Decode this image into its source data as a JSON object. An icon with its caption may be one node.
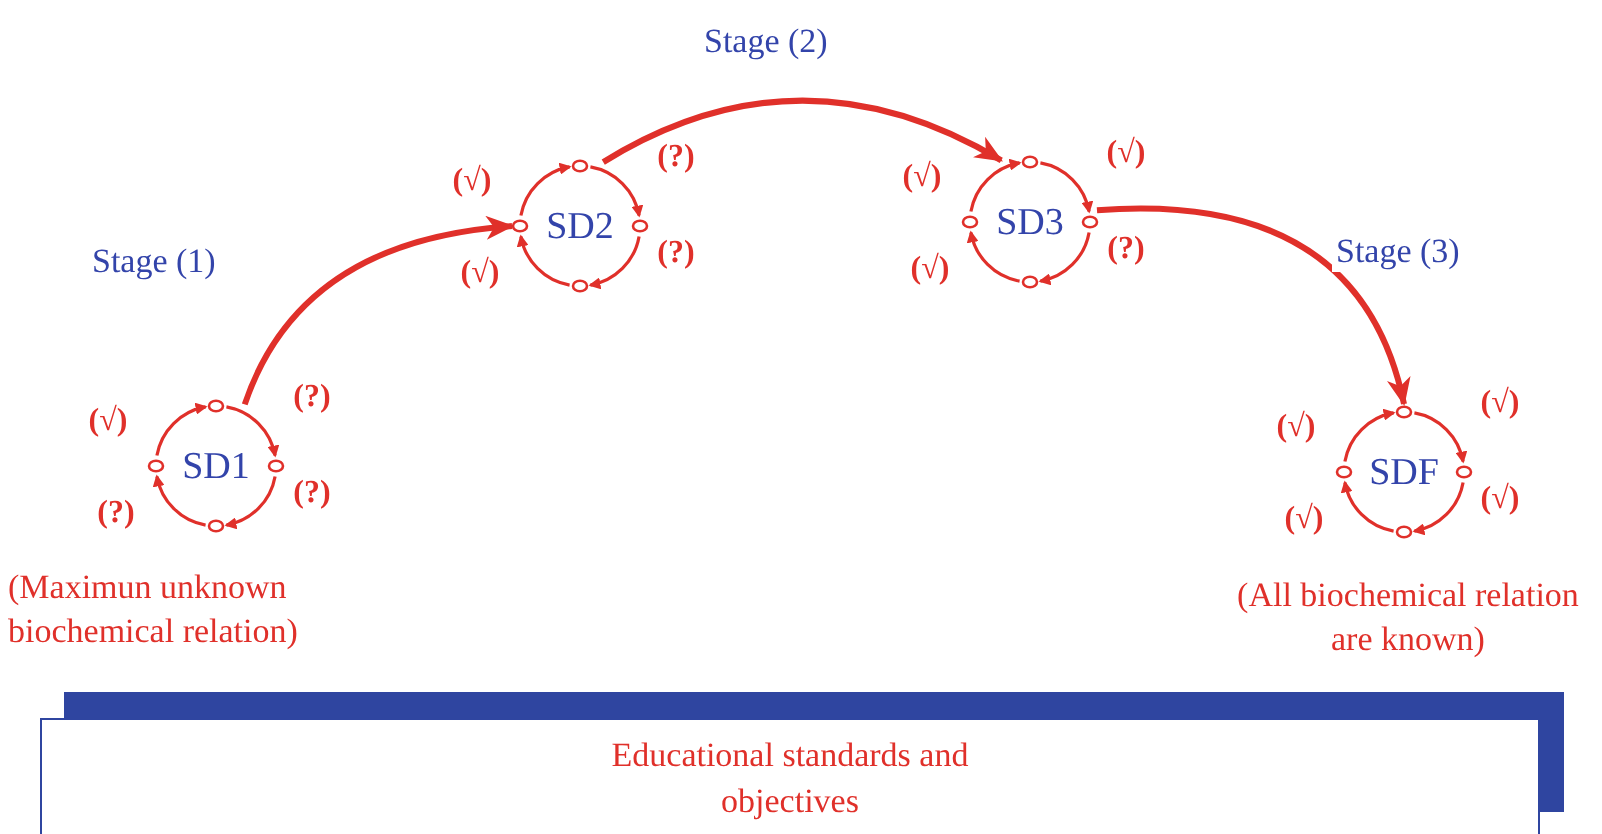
{
  "diagram": {
    "nodes": [
      {
        "text": [
          "SD1"
        ],
        "beside": [
          "(√)",
          "(?)",
          "(?)",
          "(?)",
          "(Maximun unknown biochemical relation)"
        ]
      },
      {
        "text": [
          "SD2"
        ],
        "beside": [
          "(√)",
          "(?)",
          "(?)",
          "(√)"
        ]
      },
      {
        "text": [
          "SD3"
        ],
        "beside": [
          "(√)",
          "(√)",
          "(?)",
          "(√)"
        ]
      },
      {
        "text": [
          "SDF"
        ],
        "beside": [
          "(√)",
          "(√)",
          "(√)",
          "(√)",
          "(All biochemical relation are known)"
        ]
      },
      {
        "text": [
          "Educational standards and objectives"
        ]
      }
    ],
    "edges": [
      {
        "from": 0,
        "to": 1,
        "arrow": "to",
        "label": "Stage (1)"
      },
      {
        "from": 1,
        "to": 2,
        "arrow": "to",
        "label": "Stage (2)"
      },
      {
        "from": 2,
        "to": 3,
        "arrow": "to",
        "label": "Stage (3)"
      }
    ]
  }
}
